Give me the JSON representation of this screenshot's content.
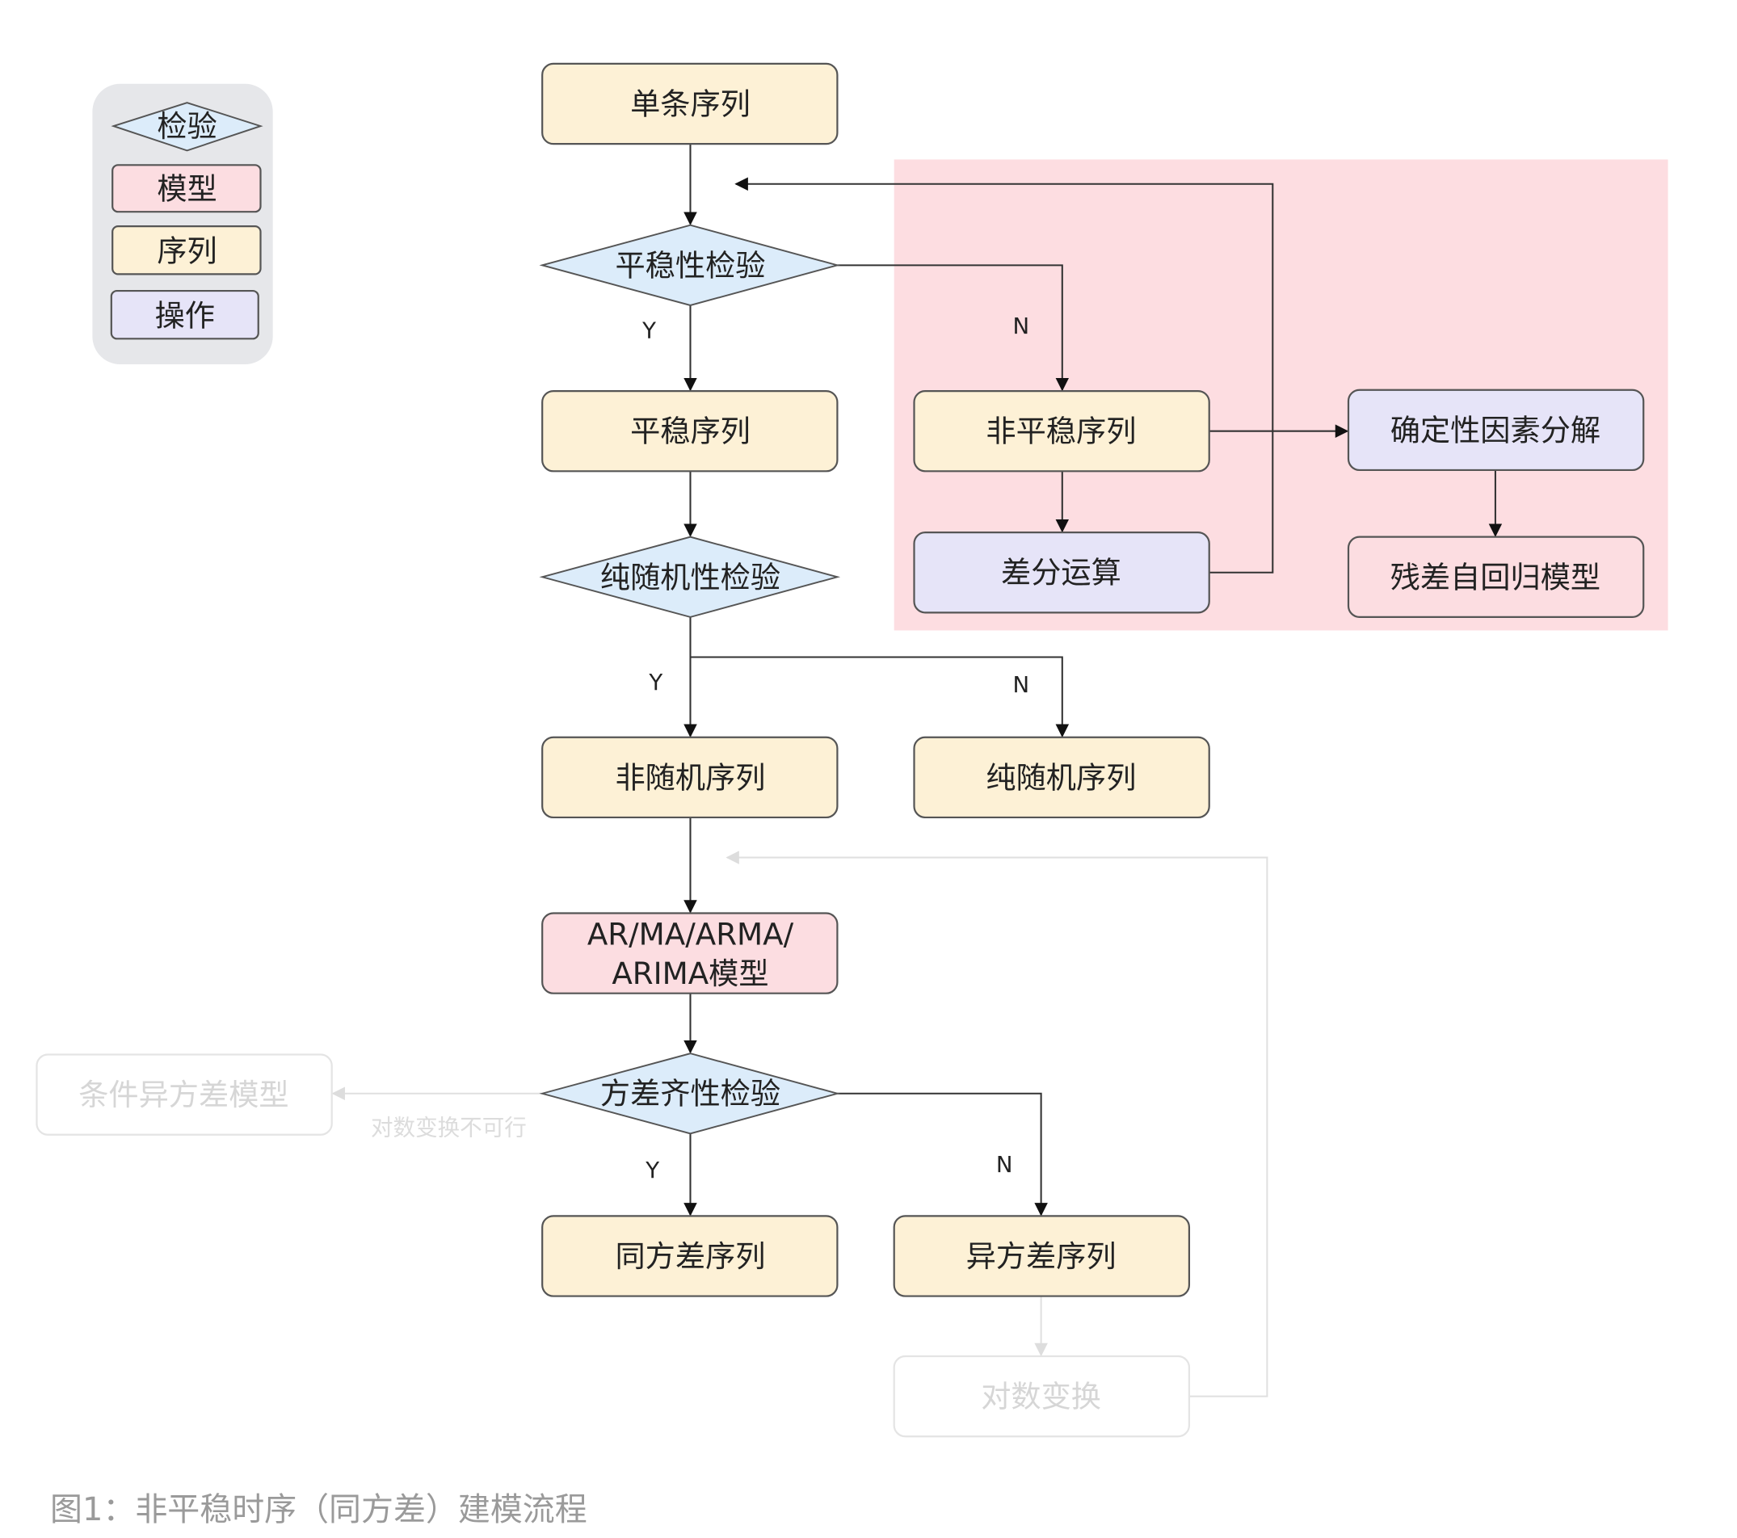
{
  "legend": {
    "check": "检验",
    "model": "模型",
    "series": "序列",
    "operation": "操作"
  },
  "nodes": {
    "single_series": "单条序列",
    "stationarity_test": "平稳性检验",
    "stationary_series": "平稳序列",
    "nonstationary_series": "非平稳序列",
    "differencing": "差分运算",
    "deterministic_decomposition": "确定性因素分解",
    "residual_autoregressive_model": "残差自回归模型",
    "white_noise_test": "纯随机性检验",
    "non_random_series": "非随机序列",
    "pure_random_series": "纯随机序列",
    "arma_model_line1": "AR/MA/ARMA/",
    "arma_model_line2": "ARIMA模型",
    "homoscedasticity_test": "方差齐性检验",
    "homoscedastic_series": "同方差序列",
    "heteroscedastic_series": "异方差序列",
    "log_transform": "对数变换",
    "conditional_heteroscedastic_model": "条件异方差模型"
  },
  "edge_labels": {
    "stationarity_yes": "Y",
    "stationarity_no": "N",
    "white_noise_yes": "Y",
    "white_noise_no": "N",
    "homoscedasticity_yes": "Y",
    "homoscedasticity_no": "N",
    "log_not_feasible": "对数变换不可行"
  },
  "caption": "图1：非平稳时序（同方差）建模流程",
  "colors": {
    "series": "#fdf1d6",
    "model": "#fcdde1",
    "operation": "#e6e4f8",
    "check": "#dcecfa",
    "highlight_region": "#fddde1",
    "legend_bg": "#e6e7ea"
  }
}
